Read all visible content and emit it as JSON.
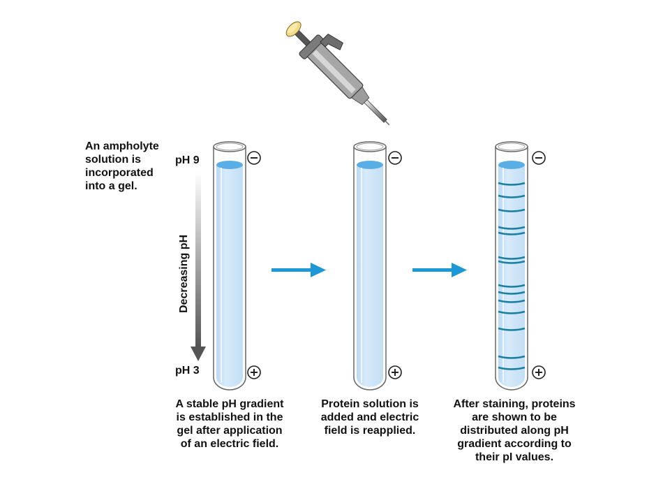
{
  "intro_text": [
    "An ampholyte",
    "solution is",
    "incorporated",
    "into a gel."
  ],
  "ph_top": "pH 9",
  "ph_bottom": "pH 3",
  "gradient_label": "Decreasing pH",
  "captions": [
    [
      "A stable pH gradient",
      "is established in the",
      "gel after application",
      "of an electric field."
    ],
    [
      "Protein solution is",
      "added and electric",
      "field is reapplied."
    ],
    [
      "After staining, proteins",
      "are shown to be",
      "distributed along pH",
      "gradient according to",
      "their pI values."
    ]
  ],
  "electrode_signs": {
    "negative": "−",
    "positive": "+"
  },
  "colors": {
    "gel": "#cfe6f9",
    "gel_top": "#5aaee6",
    "band": "#1a7fa0",
    "arrow": "#1c98d6",
    "gradient_arrow": "#555555"
  },
  "icons": [
    "pipette-icon",
    "arrow-right-icon",
    "gradient-arrow-icon",
    "minus-electrode-icon",
    "plus-electrode-icon"
  ]
}
